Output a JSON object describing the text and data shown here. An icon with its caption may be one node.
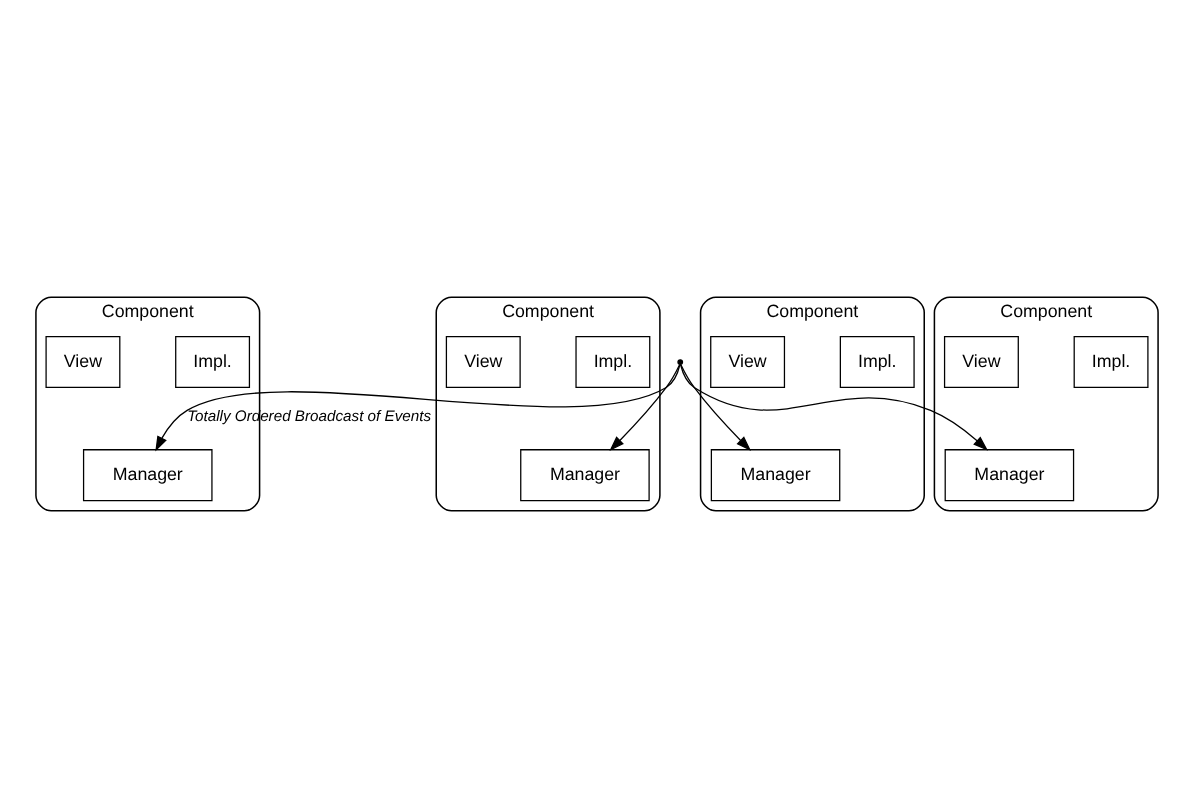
{
  "diagram": {
    "nodes": [
      {
        "text": [
          "Component"
        ]
      },
      {
        "text": [
          "View"
        ],
        "in": 0
      },
      {
        "text": [
          "Impl."
        ],
        "in": 0
      },
      {
        "text": [
          "Manager"
        ],
        "in": 0
      },
      {
        "text": [
          "Component"
        ]
      },
      {
        "text": [
          "View"
        ],
        "in": 4
      },
      {
        "text": [
          "Impl."
        ],
        "in": 4
      },
      {
        "text": [
          "Manager"
        ],
        "in": 4
      },
      {
        "text": [
          "Component"
        ]
      },
      {
        "text": [
          "View"
        ],
        "in": 8
      },
      {
        "text": [
          "Impl."
        ],
        "in": 8
      },
      {
        "text": [
          "Manager"
        ],
        "in": 8
      },
      {
        "text": [
          "Component"
        ]
      },
      {
        "text": [
          "View"
        ],
        "in": 12
      },
      {
        "text": [
          "Impl."
        ],
        "in": 12
      },
      {
        "text": [
          "Manager"
        ],
        "in": 12
      },
      {
        "text": [],
        "shape": "point"
      }
    ],
    "edges": [
      {
        "from": 16,
        "to": 3,
        "arrow": "to",
        "label": "Totally Ordered Broadcast of Events"
      },
      {
        "from": 16,
        "to": 7,
        "arrow": "to"
      },
      {
        "from": 16,
        "to": 11,
        "arrow": "to"
      },
      {
        "from": 16,
        "to": 15,
        "arrow": "to"
      }
    ]
  }
}
